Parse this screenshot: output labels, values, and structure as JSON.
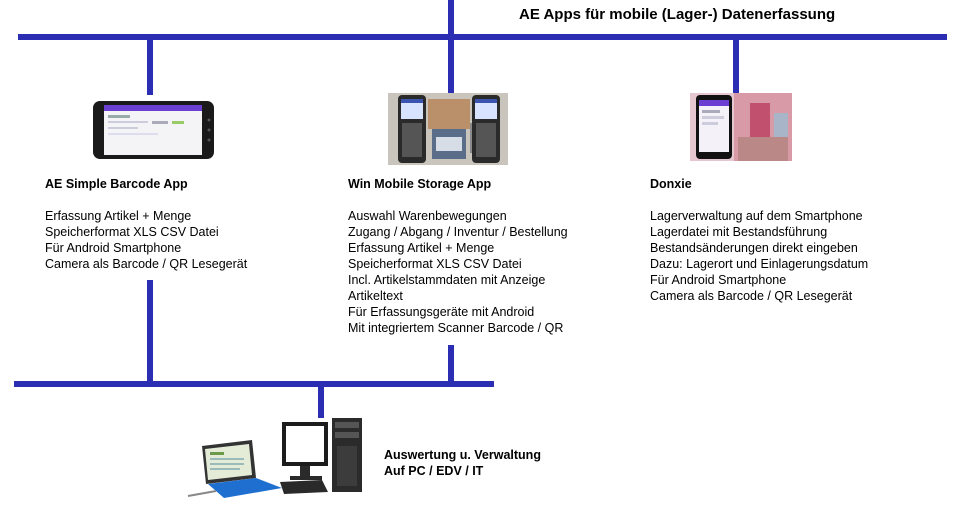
{
  "title": "AE Apps für mobile (Lager-) Datenerfassung",
  "columns": [
    {
      "heading": "AE Simple Barcode App",
      "image_icon": "android-phone-icon",
      "lines": [
        "Erfassung Artikel + Menge",
        "Speicherformat XLS CSV Datei",
        "Für Android Smartphone",
        "Camera als Barcode / QR Lesegerät"
      ]
    },
    {
      "heading": "Win Mobile Storage App",
      "image_icon": "handheld-scanner-icon",
      "lines": [
        "Auswahl Warenbewegungen",
        "Zugang / Abgang / Inventur / Bestellung",
        "Erfassung Artikel + Menge",
        "Speicherformat XLS CSV Datei",
        "Incl. Artikelstammdaten mit Anzeige",
        "Artikeltext",
        "Für Erfassungsgeräte mit Android",
        "Mit integriertem Scanner Barcode / QR"
      ]
    },
    {
      "heading": "Donxie",
      "image_icon": "warehouse-phone-icon",
      "lines": [
        "Lagerverwaltung auf dem Smartphone",
        "Lagerdatei mit Bestandsführung",
        "Bestandsänderungen direkt eingeben",
        "Dazu: Lagerort und Einlagerungsdatum",
        "Für Android Smartphone",
        "Camera als Barcode / QR Lesegerät"
      ]
    }
  ],
  "bottom": {
    "line1": "Auswertung u. Verwaltung",
    "line2": "Auf PC / EDV / IT",
    "image_icon": "pc-tablet-icon"
  },
  "colors": {
    "connector": "#2b2eb3",
    "app_bar": "#6a3fd1"
  }
}
